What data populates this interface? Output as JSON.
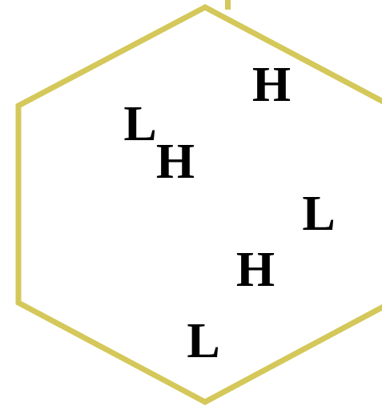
{
  "map": {
    "hexagon_color": "#D4C85A",
    "pressure_centers": [
      {
        "label": "H",
        "kind": "high"
      },
      {
        "label": "L",
        "kind": "low"
      },
      {
        "label": "H",
        "kind": "high"
      },
      {
        "label": "L",
        "kind": "low"
      },
      {
        "label": "H",
        "kind": "high"
      },
      {
        "label": "L",
        "kind": "low"
      }
    ]
  }
}
